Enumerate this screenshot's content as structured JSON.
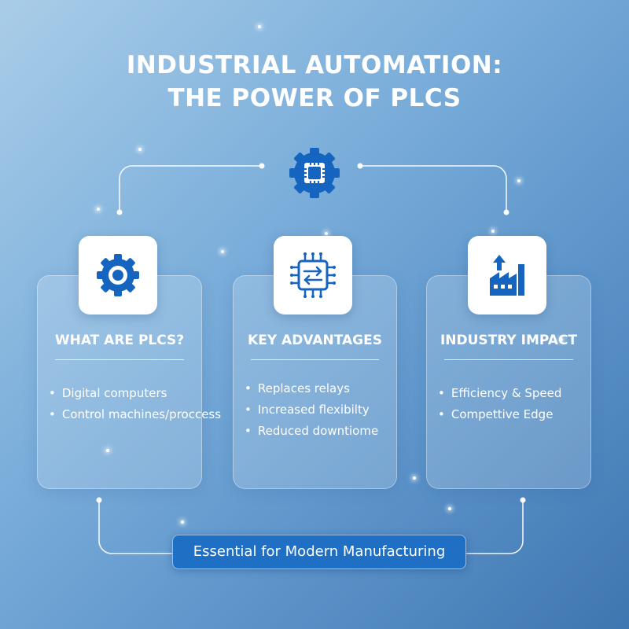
{
  "title": {
    "line1": "INDUSTRIAL AUTOMATION:",
    "line2": "THE POWER OF PLCS"
  },
  "colors": {
    "accent": "#1f6fc4",
    "icon_blue": "#1565c0",
    "text": "#ffffff"
  },
  "hub": {
    "icon": "gear-chip-icon"
  },
  "cards": [
    {
      "icon": "gear-icon",
      "title": "WHAT ARE PLCS?",
      "items": [
        "Digital computers",
        "Control machines/proccess"
      ]
    },
    {
      "icon": "chip-arrows-icon",
      "title": "KEY ADVANTAGES",
      "items": [
        "Replaces relays",
        "Increased flexibilty",
        "Reduced downtiome"
      ]
    },
    {
      "icon": "factory-icon",
      "title": "INDUSTRY IMPACT",
      "items": [
        "Efficiency & Speed",
        "Compettive Edge"
      ]
    }
  ],
  "footer": {
    "label": "Essential for Modern Manufacturing"
  }
}
